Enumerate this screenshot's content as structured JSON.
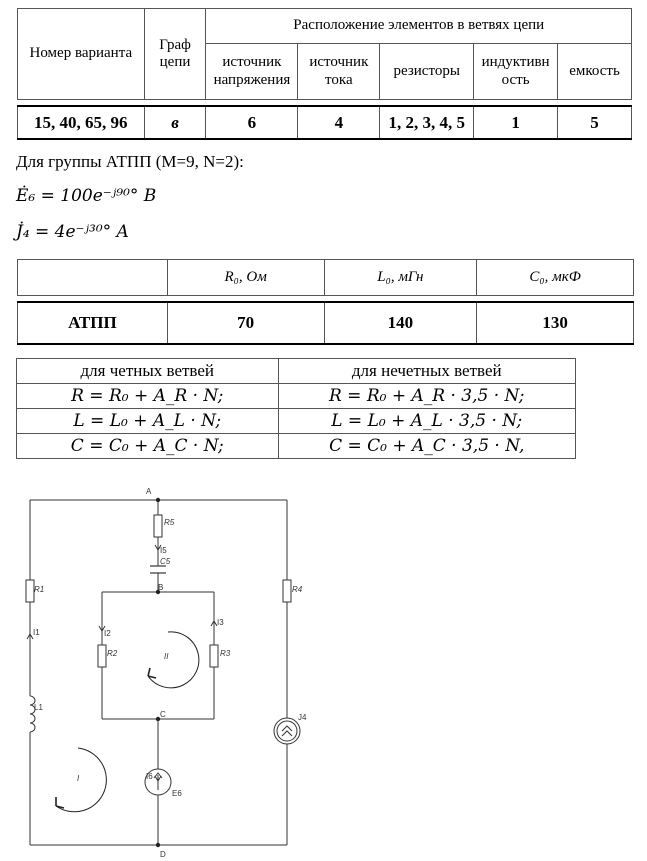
{
  "table1": {
    "header": {
      "variant": "Номер варианта",
      "graph": "Граф цепи",
      "group": "Расположение элементов в ветвях цепи",
      "voltage_source": "источник напряжения",
      "current_source": "источник тока",
      "resistors": "резисторы",
      "inductance": "индуктивн ость",
      "capacitance": "емкость"
    },
    "row": {
      "variant": "15, 40, 65, 96",
      "graph": "в",
      "voltage_source": "6",
      "current_source": "4",
      "resistors": "1, 2, 3, 4, 5",
      "inductance": "1",
      "capacitance": "5"
    }
  },
  "group_line": "Для группы АТПП (M=9, N=2):",
  "formulas": {
    "e6": "Ė₆ = 100e⁻ʲ⁹⁰° B",
    "j4": "J̇₄ = 4e⁻ʲ³⁰° A"
  },
  "table2": {
    "header": {
      "r0": "R₀, Ом",
      "l0": "L₀, мГн",
      "c0": "C₀, мкФ"
    },
    "row": {
      "name": "АТПП",
      "r0": "70",
      "l0": "140",
      "c0": "130"
    }
  },
  "table3": {
    "even_header": "для четных ветвей",
    "odd_header": "для нечетных ветвей",
    "rows": [
      {
        "even": "R = R₀ + A_R · N;",
        "odd": "R = R₀ + A_R · 3,5 · N;"
      },
      {
        "even": "L = L₀ + A_L · N;",
        "odd": "L = L₀ + A_L · 3,5 · N;"
      },
      {
        "even": "C = C₀ + A_C · N;",
        "odd": "C = C₀ + A_C · 3,5 · N,"
      }
    ]
  },
  "circuit": {
    "nodes": {
      "a": "A",
      "b": "B",
      "c": "C",
      "d": "D"
    },
    "labels": {
      "r5": "R5",
      "i5": "I5",
      "c5": "C5",
      "r1": "R1",
      "i1": "I1",
      "r4": "R4",
      "i2": "I2",
      "r2": "R2",
      "i3": "I3",
      "r3": "R3",
      "loop2": "II",
      "l1": "L1",
      "j4": "J4",
      "i6": "I6",
      "e6": "E6",
      "loop1": "I"
    }
  }
}
